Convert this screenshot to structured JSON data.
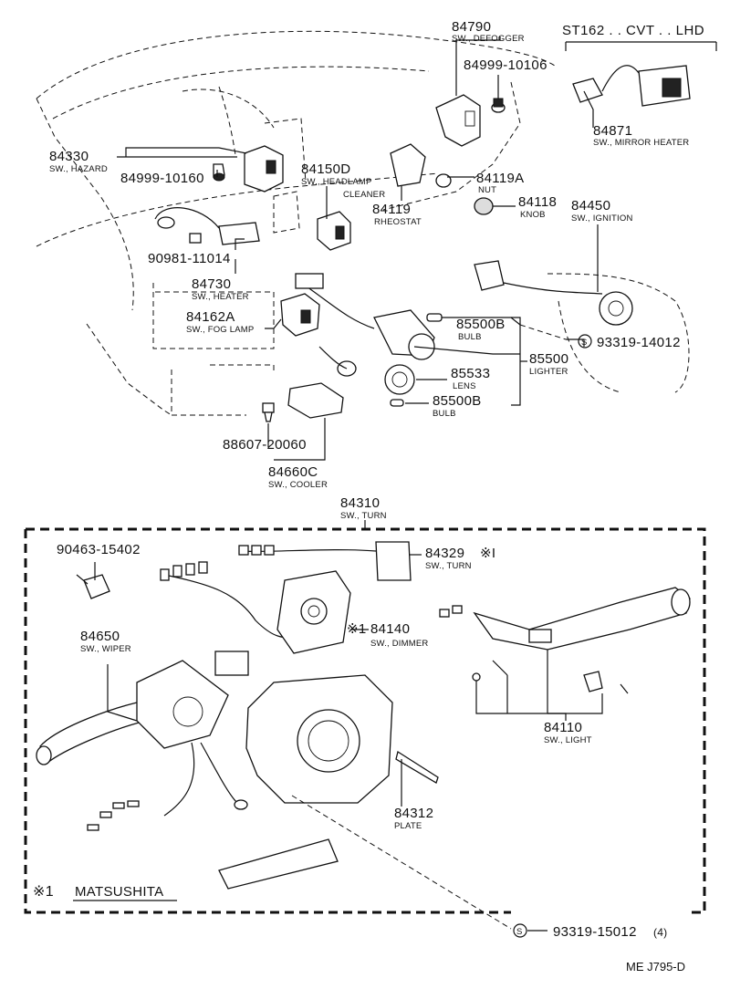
{
  "header": {
    "variant": "ST162 . . CVT . . LHD"
  },
  "callouts": {
    "c84790": {
      "number": "84790",
      "name": "SW., DEFOGGER"
    },
    "c84999a": {
      "number": "84999-10106"
    },
    "c84871": {
      "number": "84871",
      "name": "SW., MIRROR HEATER"
    },
    "c84330": {
      "number": "84330",
      "name": "SW., HAZARD"
    },
    "c84999b": {
      "number": "84999-10160"
    },
    "c84150d": {
      "number": "84150D",
      "name": "SW., HEADLAMP",
      "name2": "CLEANER"
    },
    "c84119a": {
      "number": "84119A",
      "name": "NUT"
    },
    "c84119": {
      "number": "84119",
      "name": "RHEOSTAT"
    },
    "c84118": {
      "number": "84118",
      "name": "KNOB"
    },
    "c84450": {
      "number": "84450",
      "name": "SW., IGNITION"
    },
    "c90981": {
      "number": "90981-11014"
    },
    "c84730": {
      "number": "84730",
      "name": "SW., HEATER"
    },
    "c84162a": {
      "number": "84162A",
      "name": "SW., FOG LAMP"
    },
    "c85500b1": {
      "number": "85500B",
      "name": "BULB"
    },
    "c93319a": {
      "number": "93319-14012",
      "symbol": "S"
    },
    "c85500": {
      "number": "85500",
      "name": "LIGHTER"
    },
    "c85533": {
      "number": "85533",
      "name": "LENS"
    },
    "c85500b2": {
      "number": "85500B",
      "name": "BULB"
    },
    "c88607": {
      "number": "88607-20060"
    },
    "c84660c": {
      "number": "84660C",
      "name": "SW., COOLER"
    },
    "c84310": {
      "number": "84310",
      "name": "SW., TURN"
    },
    "c90463": {
      "number": "90463-15402"
    },
    "c84329": {
      "number": "84329",
      "mark": "※I",
      "name": "SW., TURN"
    },
    "c84140": {
      "number": "84140",
      "mark": "※1",
      "name": "SW., DIMMER"
    },
    "c84650": {
      "number": "84650",
      "name": "SW., WIPER"
    },
    "c84110": {
      "number": "84110",
      "name": "SW., LIGHT"
    },
    "c84312": {
      "number": "84312",
      "name": "PLATE"
    },
    "c93319b": {
      "number": "93319-15012",
      "qty": "(4)",
      "symbol": "S"
    }
  },
  "legend": {
    "mark": "※1",
    "label": "MATSUSHITA"
  },
  "footer": {
    "code": "ME J795-D"
  }
}
